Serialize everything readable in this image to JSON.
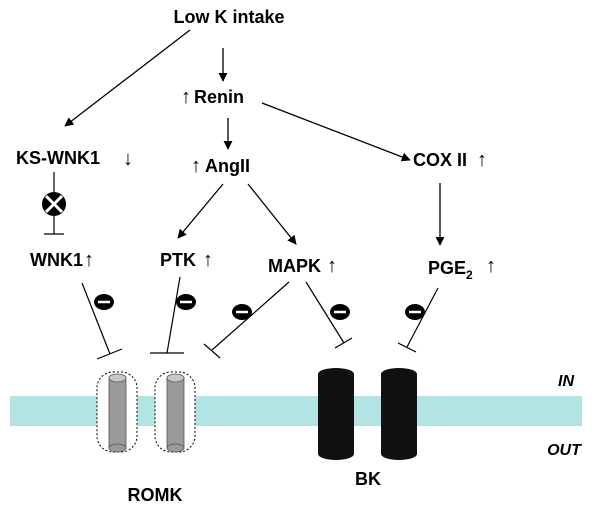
{
  "nodes": {
    "low_k": "Low K intake",
    "renin": "Renin",
    "ks_wnk1": "KS-WNK1",
    "angii": "AngII",
    "cox": "COX II",
    "wnk1": "WNK1",
    "ptk": "PTK",
    "mapk": "MAPK",
    "pge": "PGE",
    "pge_sub": "2"
  },
  "membrane": {
    "in_label": "IN",
    "out_label": "OUT",
    "romk_label": "ROMK",
    "bk_label": "BK"
  },
  "glyphs": {
    "up": "↑",
    "down": "↓",
    "minus": "−"
  },
  "colors": {
    "membrane": "#b2e4e4",
    "romk_fill": "#9a9a9a",
    "romk_top": "#c8c8c8",
    "bk_fill": "#111111",
    "line": "#000000"
  }
}
